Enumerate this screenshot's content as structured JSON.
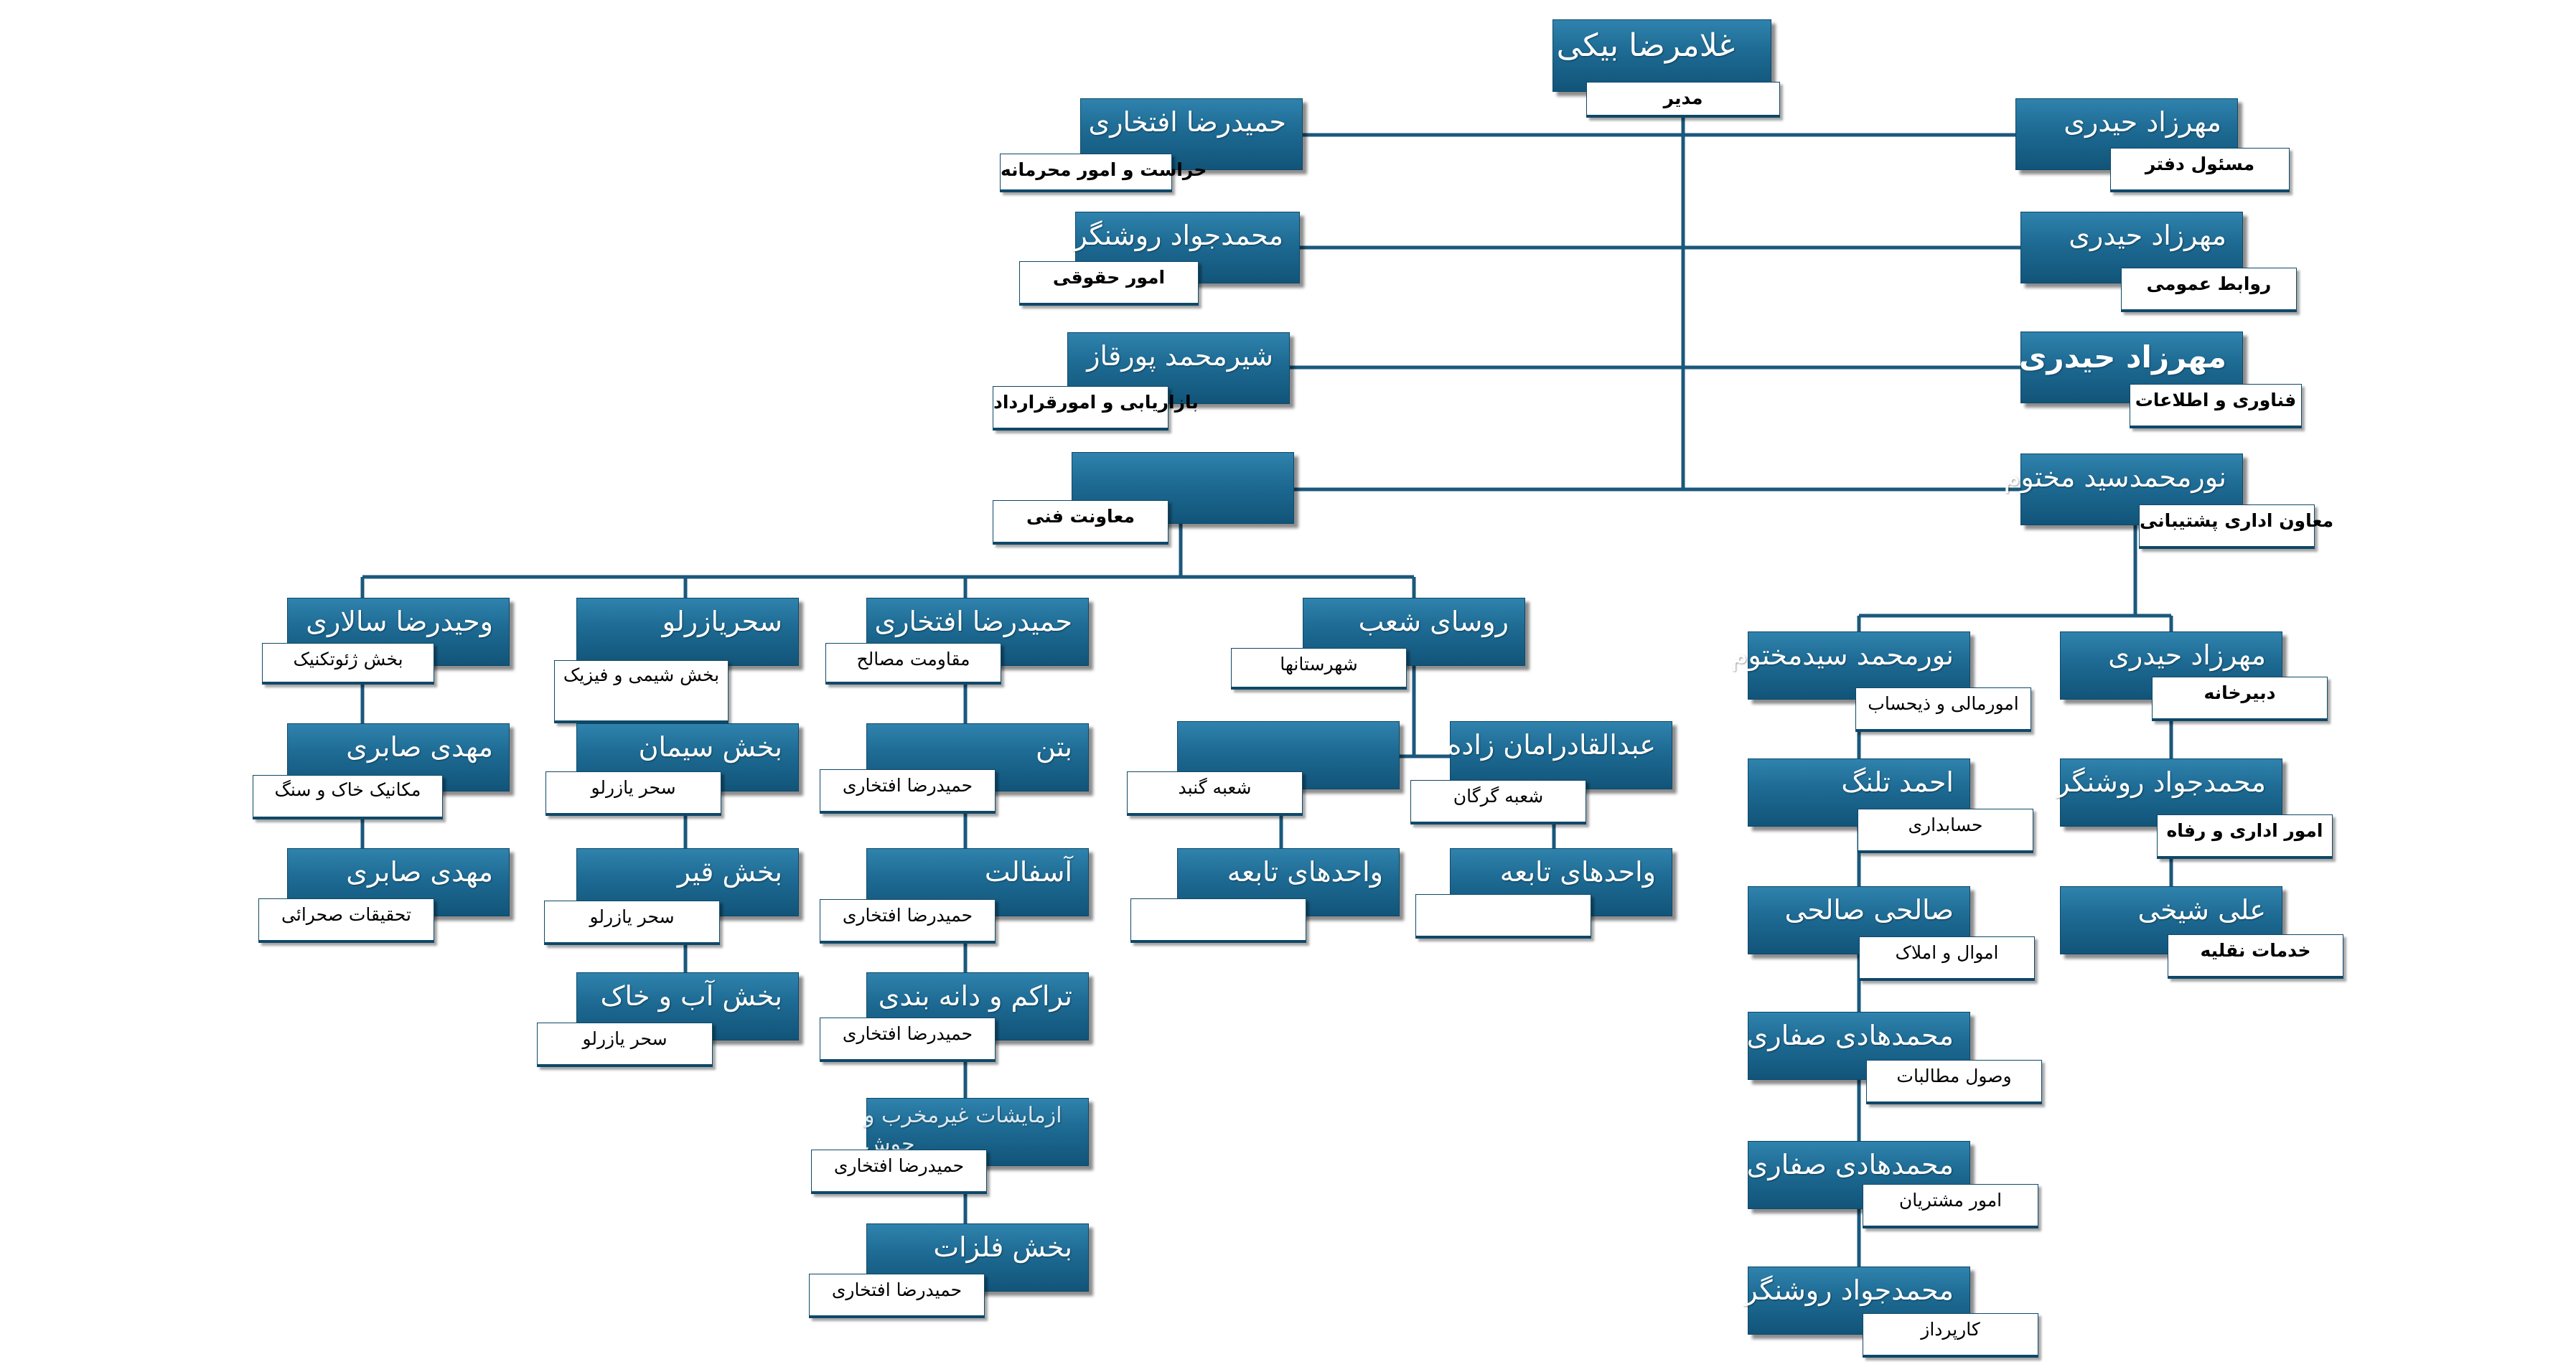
{
  "colors": {
    "box_top": "#2f83ad",
    "box_bottom": "#125479",
    "line": "#1b587c"
  },
  "chart_data": {
    "type": "org-chart",
    "root": {
      "name": "غلامرضا بیکی",
      "title": "مدیر"
    },
    "nodes": [
      {
        "id": "root",
        "name": "غلامرضا بیکی",
        "title": "مدیر",
        "parent": null
      },
      {
        "id": "hamidreza-security",
        "name": "حمیدرضا افتخاری",
        "title": "حراست و امور محرمانه",
        "parent": "root"
      },
      {
        "id": "mohammadjavad-legal",
        "name": "محمدجواد روشنگر",
        "title": "امور حقوقی",
        "parent": "root"
      },
      {
        "id": "shirmohammad",
        "name": "شیرمحمد پورقاز",
        "title": "بازاریابی و امورقرارداد",
        "parent": "root"
      },
      {
        "id": "technical-deputy",
        "name": "",
        "title": "معاونت فنی",
        "parent": "root"
      },
      {
        "id": "mehrzad-office",
        "name": "مهرزاد حیدری",
        "title": "مسئول دفتر",
        "parent": "root"
      },
      {
        "id": "mehrzad-pr",
        "name": "مهرزاد حیدری",
        "title": "روابط عمومی",
        "parent": "root"
      },
      {
        "id": "mehrzad-it",
        "name": "مهرزاد حیدری",
        "title": "فناوری و اطلاعات",
        "parent": "root"
      },
      {
        "id": "noormohammad-admin",
        "name": "نورمحمدسید مختوم",
        "title": "معاون اداری پشتیبانی",
        "parent": "root"
      },
      {
        "id": "vahidreza",
        "name": "وحیدرضا سالاری",
        "title": "بخش ژئوتکنیک",
        "parent": "technical-deputy"
      },
      {
        "id": "mahdi-1",
        "name": "مهدی صابری",
        "title": "مکانیک خاک و سنگ",
        "parent": "vahidreza"
      },
      {
        "id": "mahdi-2",
        "name": "مهدی صابری",
        "title": "تحقیقات صحرائی",
        "parent": "mahdi-1"
      },
      {
        "id": "sahar",
        "name": "سحریازرلو",
        "title": "بخش شیمی و فیزیک",
        "parent": "technical-deputy"
      },
      {
        "id": "cement",
        "name": "بخش سیمان",
        "title": "سحر یازرلو",
        "parent": "sahar"
      },
      {
        "id": "bitumen",
        "name": "بخش قیر",
        "title": "سحر یازرلو",
        "parent": "cement"
      },
      {
        "id": "water-soil",
        "name": "بخش آب و خاک",
        "title": "سحر یازرلو",
        "parent": "bitumen"
      },
      {
        "id": "hamidreza-materials",
        "name": "حمیدرضا افتخاری",
        "title": "مقاومت مصالح",
        "parent": "technical-deputy"
      },
      {
        "id": "concrete",
        "name": "بتن",
        "title": "حمیدرضا افتخاری",
        "parent": "hamidreza-materials"
      },
      {
        "id": "asphalt",
        "name": "آسفالت",
        "title": "حمیدرضا افتخاری",
        "parent": "concrete"
      },
      {
        "id": "compaction",
        "name": "تراکم و دانه بندی",
        "title": "حمیدرضا افتخاری",
        "parent": "asphalt"
      },
      {
        "id": "ndt",
        "name": "ازمایشات غیرمخرب و جوش",
        "title": "حمیدرضا افتخاری",
        "parent": "compaction"
      },
      {
        "id": "metals",
        "name": "بخش فلزات",
        "title": "حمیدرضا افتخاری",
        "parent": "ndt"
      },
      {
        "id": "branch-heads",
        "name": "روسای شعب",
        "title": "شهرستانها",
        "parent": "technical-deputy"
      },
      {
        "id": "gonbad",
        "name": "",
        "title": "شعبه گنبد",
        "parent": "branch-heads"
      },
      {
        "id": "gorgan",
        "name": "عبدالقادرامان زاده",
        "title": "شعبه گرگان",
        "parent": "branch-heads"
      },
      {
        "id": "gonbad-units",
        "name": "واحدهای تابعه",
        "title": "",
        "parent": "gonbad"
      },
      {
        "id": "gorgan-units",
        "name": "واحدهای تابعه",
        "title": "",
        "parent": "gorgan"
      },
      {
        "id": "noormohammad-finance",
        "name": "نورمحمد سیدمختوم",
        "title": "امورمالی و ذیحساب",
        "parent": "noormohammad-admin"
      },
      {
        "id": "ahmad",
        "name": "احمد تلنگ",
        "title": "حسابداری",
        "parent": "noormohammad-finance"
      },
      {
        "id": "salehi",
        "name": "صالحی صالحی",
        "title": "اموال و املاک",
        "parent": "ahmad"
      },
      {
        "id": "safari-1",
        "name": "محمدهادی صفاری",
        "title": "وصول مطالبات",
        "parent": "salehi"
      },
      {
        "id": "safari-2",
        "name": "محمدهادی صفاری",
        "title": "امور مشتریان",
        "parent": "safari-1"
      },
      {
        "id": "roshangar-proc",
        "name": "محمدجواد روشنگر",
        "title": "کارپرداز",
        "parent": "safari-2"
      },
      {
        "id": "mehrzad-secretariat",
        "name": "مهرزاد حیدری",
        "title": "دبیرخانه",
        "parent": "noormohammad-admin"
      },
      {
        "id": "roshangar-welfare",
        "name": "محمدجواد روشنگر",
        "title": "امور اداری و رفاه",
        "parent": "mehrzad-secretariat"
      },
      {
        "id": "ali",
        "name": "علی شیخی",
        "title": "خدمات نقلیه",
        "parent": "roshangar-welfare"
      }
    ]
  }
}
